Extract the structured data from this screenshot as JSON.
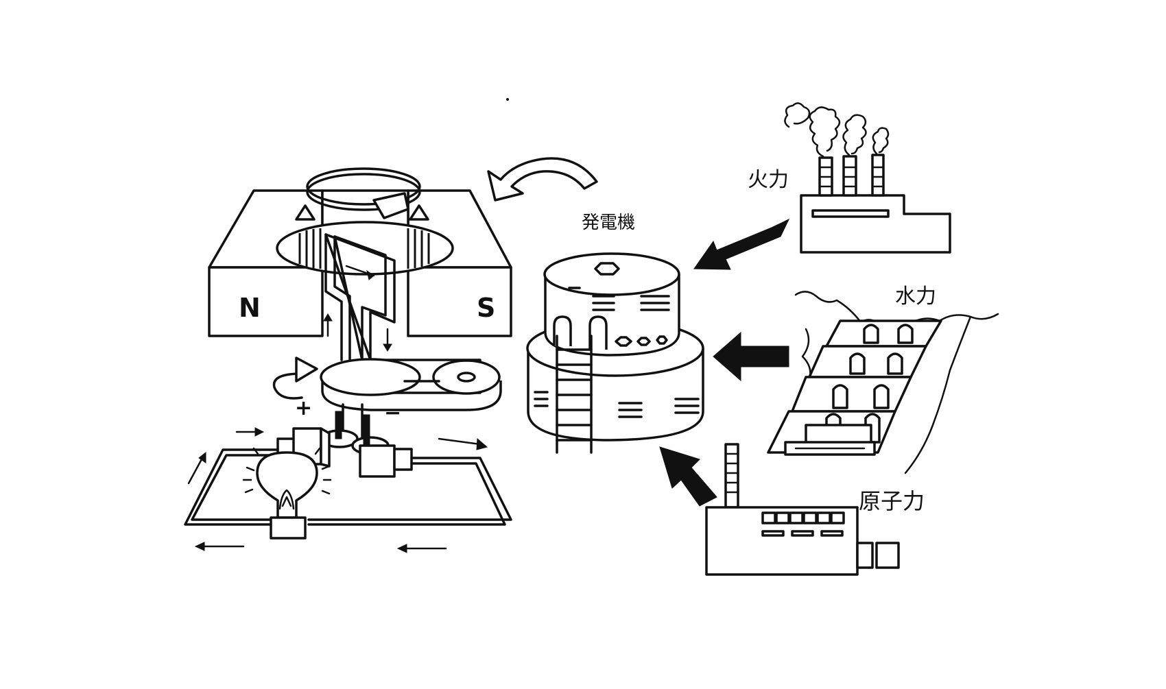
{
  "labels": {
    "north_pole": "N",
    "south_pole": "S",
    "generator": "発電機",
    "thermal": "火力",
    "hydro": "水力",
    "nuclear": "原子力",
    "plus": "+",
    "minus": "−"
  },
  "icons": [
    "rotation-arrow-icon",
    "current-arrow-icon",
    "power-flow-arrow-icon",
    "smoke-icon",
    "light-bulb-icon"
  ]
}
